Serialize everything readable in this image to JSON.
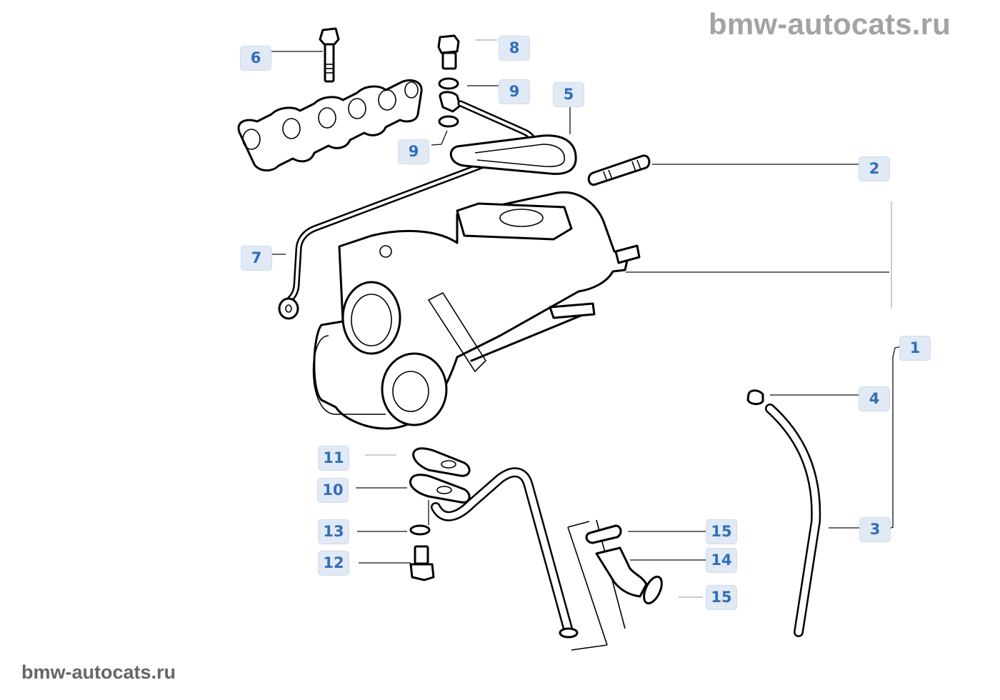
{
  "watermarks": {
    "top": "bmw-autocats.ru",
    "bottom": "bmw-autocats.ru"
  },
  "diagram": {
    "subject": "Turbocharger assembly exploded view",
    "callout_colors": {
      "background": "#e1e9f4",
      "text": "#2f6fba",
      "border": "#cfdcec"
    },
    "callouts": [
      {
        "id": "6",
        "label": "6",
        "part": "bolt"
      },
      {
        "id": "8",
        "label": "8",
        "part": "banjo-bolt"
      },
      {
        "id": "9a",
        "label": "9",
        "part": "seal-ring-upper"
      },
      {
        "id": "5",
        "label": "5",
        "part": "oil-feed-line-gasket"
      },
      {
        "id": "9b",
        "label": "9",
        "part": "seal-ring-lower"
      },
      {
        "id": "2",
        "label": "2",
        "part": "stud"
      },
      {
        "id": "7",
        "label": "7",
        "part": "oil-feed-line"
      },
      {
        "id": "1",
        "label": "1",
        "part": "turbocharger"
      },
      {
        "id": "4",
        "label": "4",
        "part": "cap"
      },
      {
        "id": "11",
        "label": "11",
        "part": "gasket"
      },
      {
        "id": "10",
        "label": "10",
        "part": "oil-return-line"
      },
      {
        "id": "13",
        "label": "13",
        "part": "washer"
      },
      {
        "id": "12",
        "label": "12",
        "part": "screw"
      },
      {
        "id": "15a",
        "label": "15",
        "part": "hose-clamp-upper"
      },
      {
        "id": "14",
        "label": "14",
        "part": "hose"
      },
      {
        "id": "15b",
        "label": "15",
        "part": "hose-clamp-lower"
      },
      {
        "id": "3",
        "label": "3",
        "part": "vacuum-hose"
      }
    ]
  }
}
